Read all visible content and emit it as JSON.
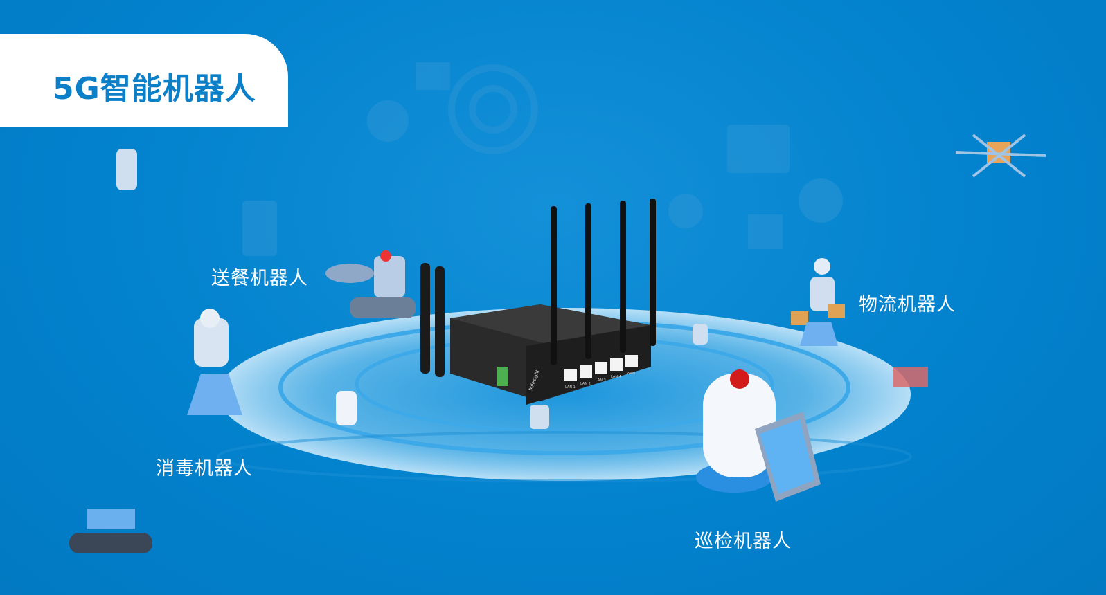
{
  "title": "5G智能机器人",
  "labels": {
    "food_delivery": "送餐机器人",
    "logistics": "物流机器人",
    "disinfection": "消毒机器人",
    "inspection": "巡检机器人"
  },
  "router": {
    "brand": "Milesight",
    "ports": [
      "LAN 1",
      "LAN 2",
      "LAN 3",
      "LAN 4",
      "WAN"
    ]
  },
  "colors": {
    "background": "#0382cd",
    "title": "#0b7fc8",
    "card": "#ffffff"
  }
}
